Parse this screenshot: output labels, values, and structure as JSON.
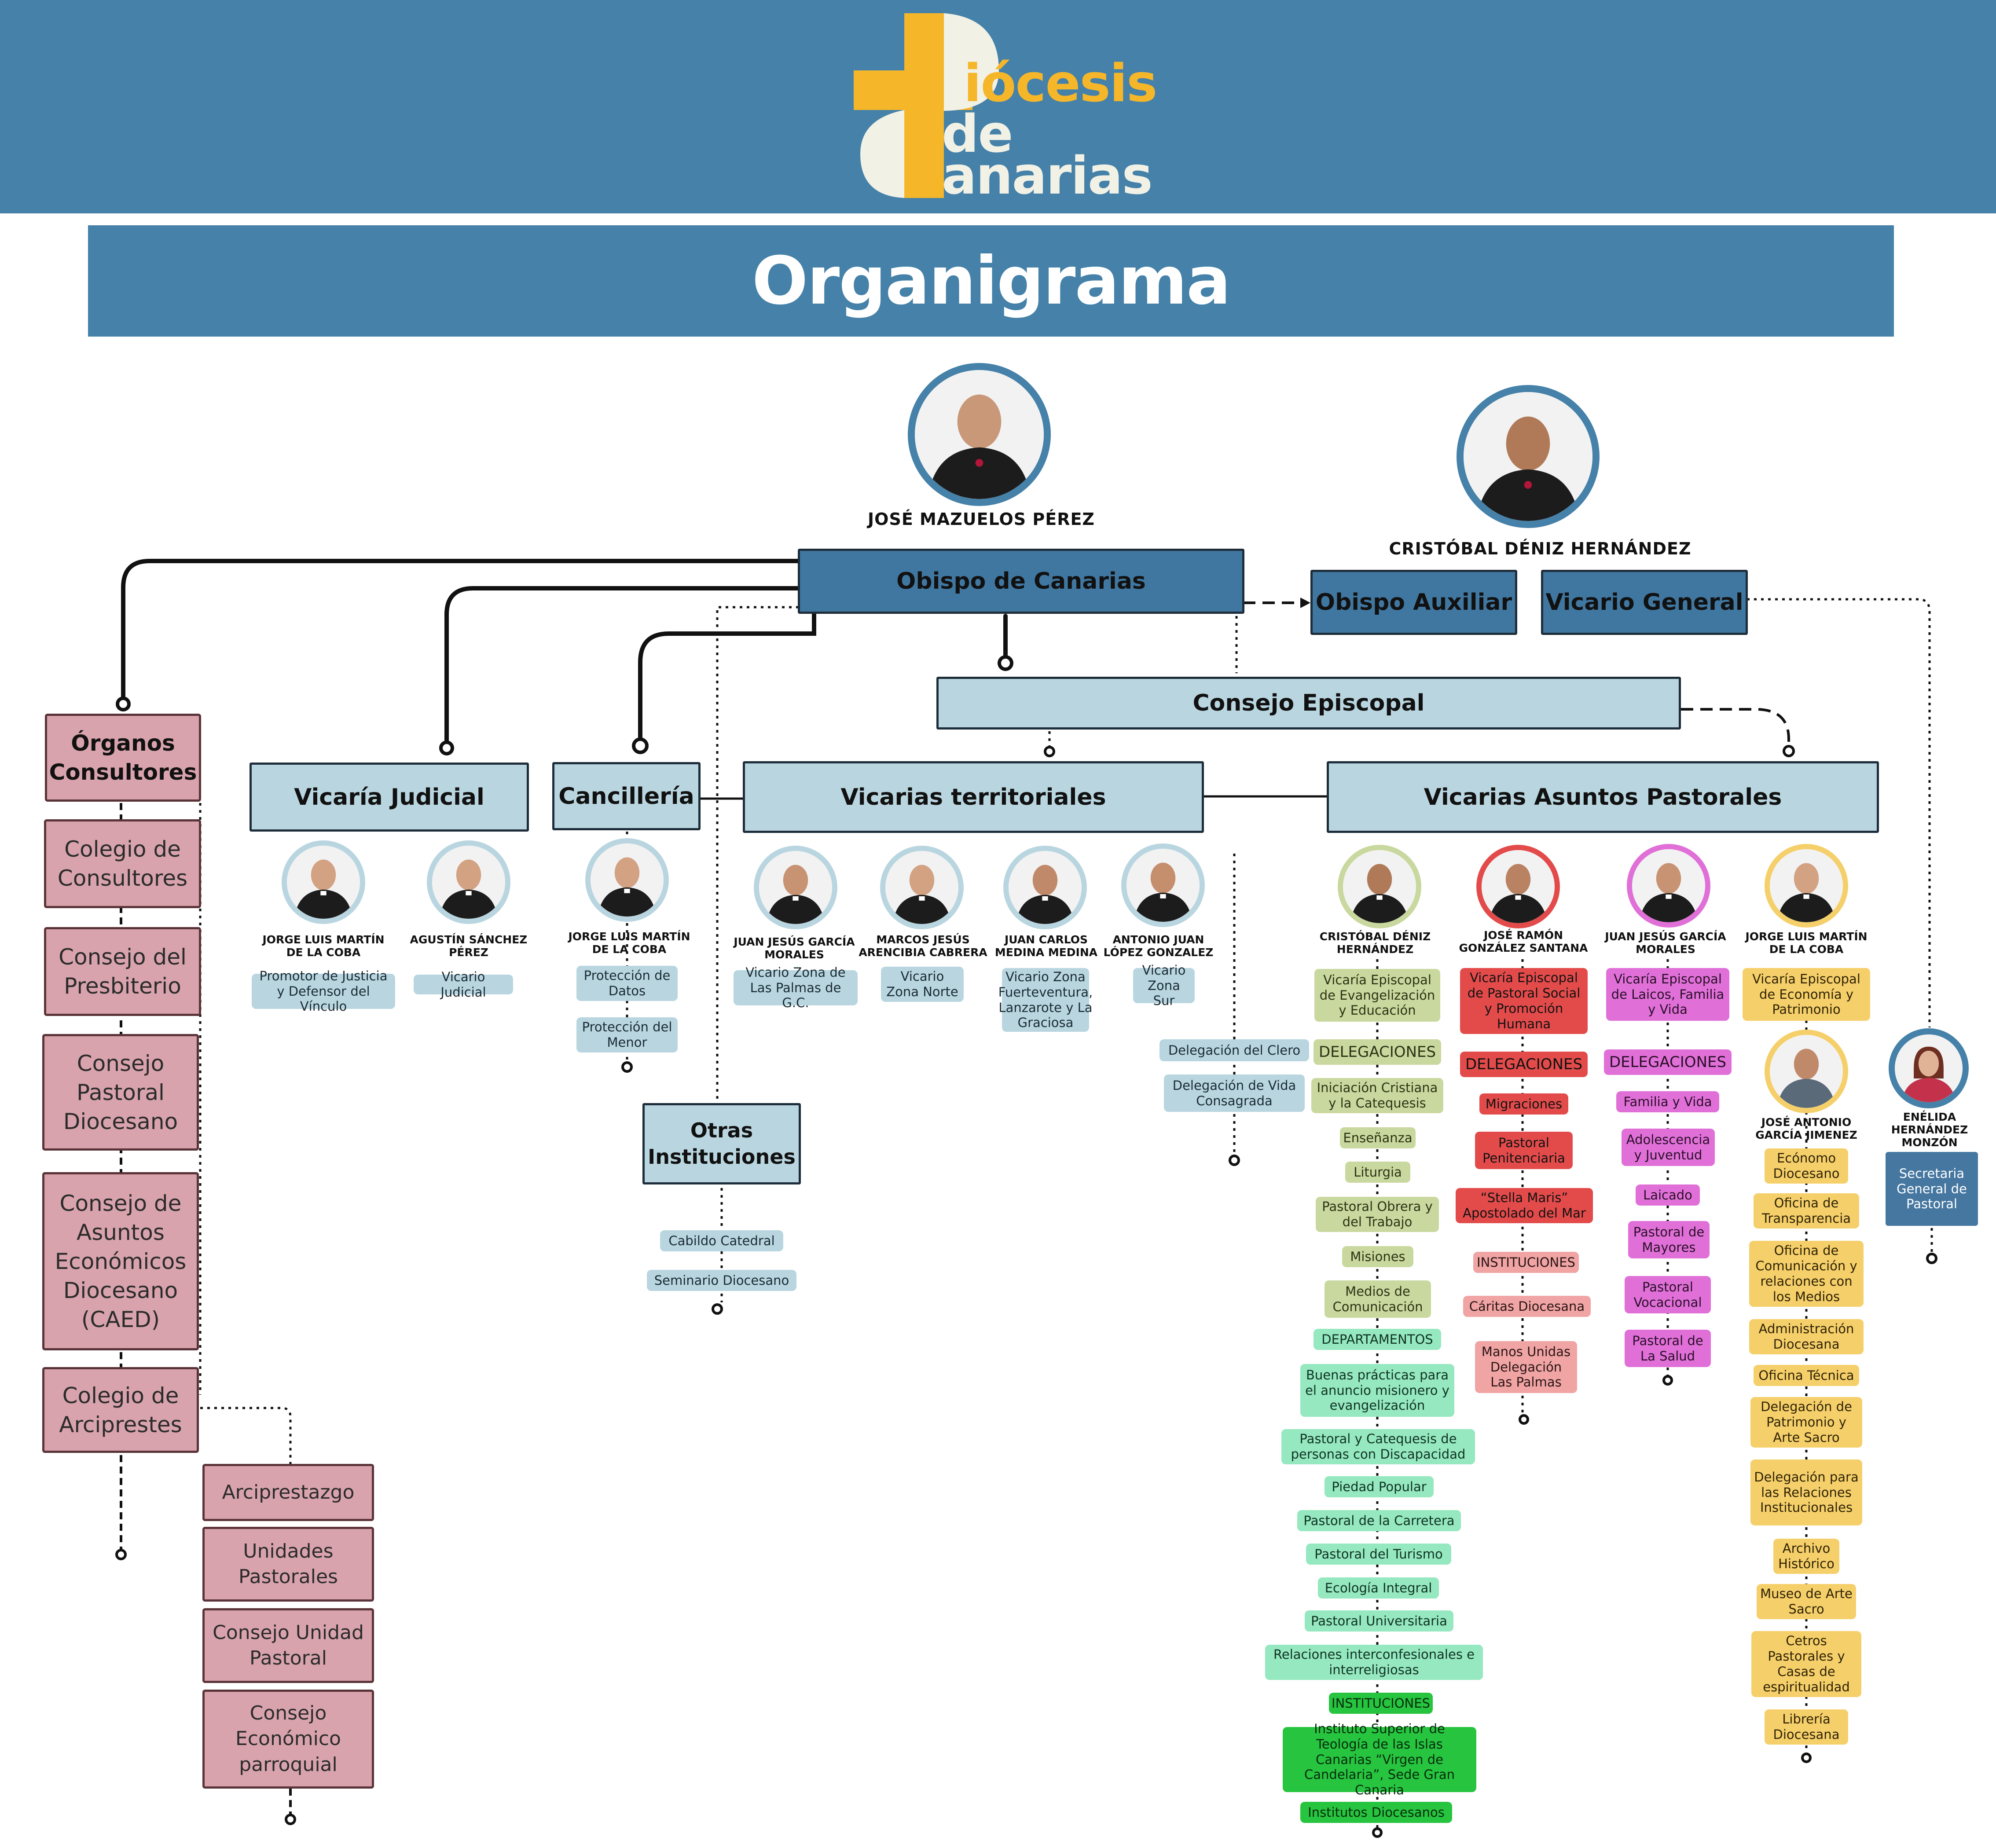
{
  "header": {
    "logo_line1": "iócesis",
    "logo_line2": "de",
    "logo_line3": "anarias"
  },
  "title": "Organigrama",
  "bishop": {
    "name": "JOSÉ MAZUELOS PÉREZ",
    "role": "Obispo de Canarias"
  },
  "auxiliary": {
    "name": "CRISTÓBAL DÉNIZ HERNÁNDEZ",
    "role": "Obispo Auxiliar",
    "role2": "Vicario General"
  },
  "consejo_episcopal": "Consejo Episcopal",
  "organos": {
    "title": "Órganos Consultores",
    "items": [
      "Colegio de Consultores",
      "Consejo del Presbiterio",
      "Consejo Pastoral Diocesano",
      "Consejo de Asuntos Económicos Diocesano (CAED)",
      "Colegio de Arciprestes"
    ],
    "sub": [
      "Arciprestazgo",
      "Unidades Pastorales",
      "Consejo Unidad Pastoral",
      "Consejo Económico parroquial"
    ]
  },
  "vicaria_judicial": {
    "title": "Vicaría Judicial",
    "people": [
      {
        "name": "JORGE LUIS MARTÍN DE LA COBA",
        "role": "Promotor de Justicia y Defensor del Vínculo"
      },
      {
        "name": "AGUSTÍN SÁNCHEZ PÉREZ",
        "role": "Vicario Judicial"
      }
    ]
  },
  "cancilleria": {
    "title": "Cancillería",
    "person": "JORGE LUIS MARTÍN DE LA COBA",
    "items": [
      "Protección de Datos",
      "Protección del Menor"
    ]
  },
  "otras": {
    "title": "Otras Instituciones",
    "items": [
      "Cabildo Catedral",
      "Seminario Diocesano"
    ]
  },
  "territoriales": {
    "title": "Vicarias territoriales",
    "people": [
      {
        "name": "JUAN JESÚS GARCÍA MORALES",
        "role": "Vicario Zona de Las Palmas de G.C."
      },
      {
        "name": "MARCOS JESÚS ARENCIBIA CABRERA",
        "role": "Vicario Zona Norte"
      },
      {
        "name": "JUAN CARLOS MEDINA MEDINA",
        "role": "Vicario Zona Fuerteventura, Lanzarote y La Graciosa"
      },
      {
        "name": "ANTONIO JUAN LÓPEZ GONZALEZ",
        "role": "Vicario Zona Sur"
      }
    ],
    "delegaciones": [
      "Delegación del Clero",
      "Delegación de Vida Consagrada"
    ]
  },
  "pastorales": {
    "title": "Vicarias Asuntos Pastorales",
    "col1": {
      "name": "CRISTÓBAL DÉNIZ HERNÁNDEZ",
      "role": "Vicaría Episcopal de Evangelización y Educación",
      "deleg_label": "DELEGACIONES",
      "deleg": [
        "Iniciación Cristiana y la Catequesis",
        "Enseñanza",
        "Liturgia",
        "Pastoral Obrera y del Trabajo",
        "Misiones",
        "Medios de Comunicación"
      ],
      "dep_label": "DEPARTAMENTOS",
      "dep": [
        "Buenas prácticas para el anuncio misionero y evangelización",
        "Pastoral y Catequesis de personas con Discapacidad",
        "Piedad Popular",
        "Pastoral de la Carretera",
        "Pastoral del Turismo",
        "Ecología Integral",
        "Pastoral Universitaria",
        "Relaciones interconfesionales e interreligiosas"
      ],
      "inst_label": "INSTITUCIONES",
      "inst": [
        "Instituto Superior de Teología de las Islas Canarias “Virgen de Candelaria”, Sede Gran Canaria",
        "Institutos Diocesanos"
      ]
    },
    "col2": {
      "name": "JOSÉ RAMÓN GONZÁLEZ SANTANA",
      "role": "Vicaría Episcopal de Pastoral Social y Promoción Humana",
      "deleg_label": "DELEGACIONES",
      "deleg": [
        "Migraciones",
        "Pastoral Penitenciaria",
        "“Stella Maris” Apostolado del Mar"
      ],
      "inst_label": "INSTITUCIONES",
      "inst": [
        "Cáritas Diocesana",
        "Manos Unidas Delegación Las Palmas"
      ]
    },
    "col3": {
      "name": "JUAN JESÚS GARCÍA MORALES",
      "role": "Vicaría Episcopal de Laicos, Familia y Vida",
      "deleg_label": "DELEGACIONES",
      "deleg": [
        "Familia y Vida",
        "Adolescencia y Juventud",
        "Laicado",
        "Pastoral de Mayores",
        "Pastoral Vocacional",
        "Pastoral de La Salud"
      ]
    },
    "col4": {
      "name": "JORGE LUIS MARTÍN DE LA COBA",
      "role": "Vicaría Episcopal de Economía y Patrimonio",
      "name2": "JOSÉ ANTONIO GARCÍA JIMENEZ",
      "items": [
        "Ecónomo Diocesano",
        "Oficina de Transparencia",
        "Oficina de Comunicación y relaciones con los Medios",
        "Administración Diocesana",
        "Oficina Técnica",
        "Delegación de Patrimonio y Arte Sacro",
        "Delegación para las Relaciones Institucionales",
        "Archivo Histórico",
        "Museo de Arte Sacro",
        "Cetros Pastorales y Casas de espiritualidad",
        "Librería Diocesana"
      ]
    }
  },
  "secretaria": {
    "name": "ENÉLIDA HERNÁNDEZ MONZÓN",
    "role": "Secretaria General de Pastoral"
  },
  "colors": {
    "header": "#4581a8",
    "dark": "#4077a0",
    "light": "#b9d6e0",
    "pink": "#d8a3ac",
    "olive": "#c9d89e",
    "red": "#e34b4b",
    "magenta": "#e070d8",
    "yellow": "#f5cf6a",
    "mint": "#95e8bf",
    "green": "#27c43f",
    "gold": "#f5b62a"
  }
}
